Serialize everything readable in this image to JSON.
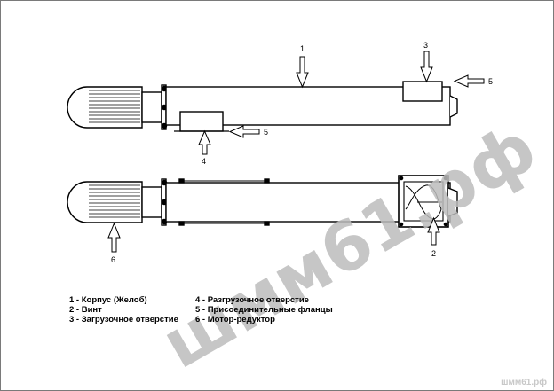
{
  "callouts": [
    "1",
    "2",
    "3",
    "4",
    "5",
    "5",
    "6"
  ],
  "legend_left": [
    "1 - Корпус (Желоб)",
    "2 - Винт",
    "3 - Загрузочное отверстие"
  ],
  "legend_right": [
    "4 - Разгрузочное отверстие",
    "5 - Присоединительные фланцы",
    "6 - Мотор-редуктор"
  ],
  "watermark": "шмм61.рф",
  "watermark_small": "шмм61.рф"
}
